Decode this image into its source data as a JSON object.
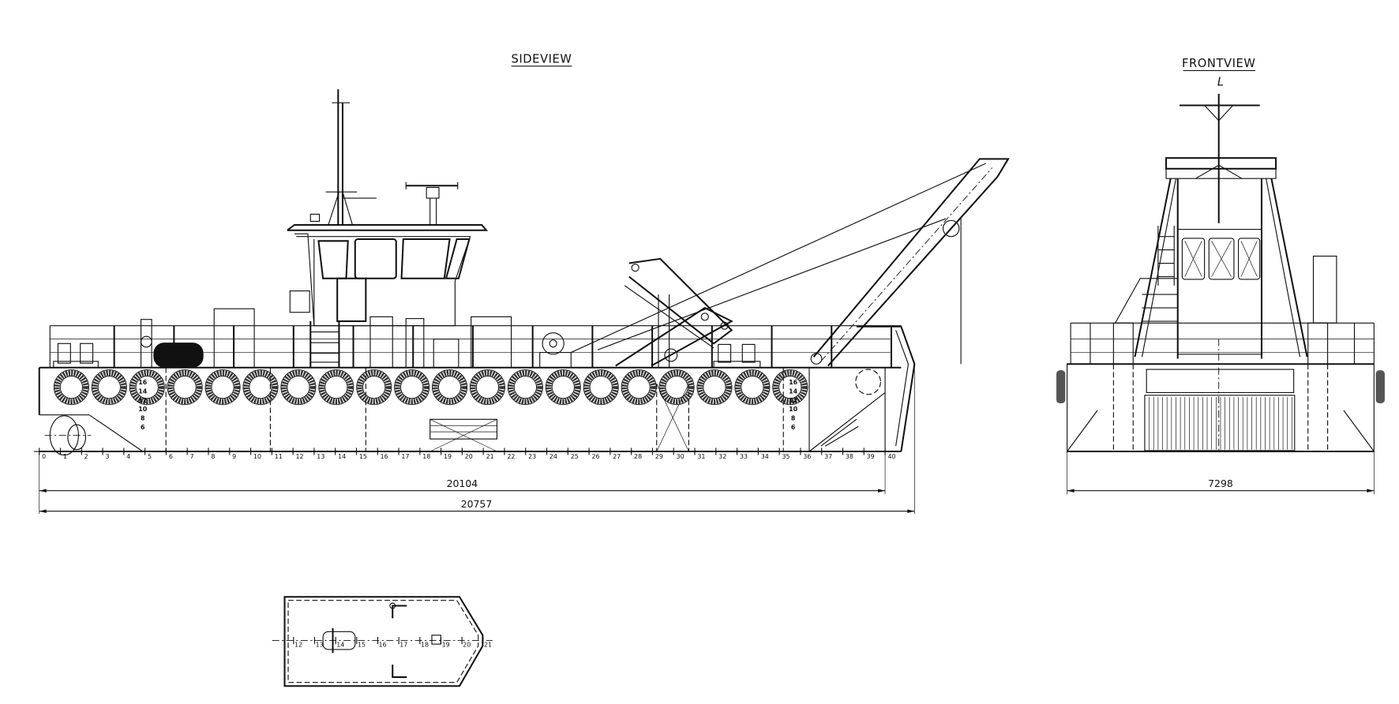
{
  "side_view": {
    "title": "SIDEVIEW",
    "frame_numbers": [
      "0",
      "1",
      "2",
      "3",
      "4",
      "5",
      "6",
      "7",
      "8",
      "9",
      "10",
      "11",
      "12",
      "13",
      "14",
      "15",
      "16",
      "17",
      "18",
      "19",
      "20",
      "21",
      "22",
      "23",
      "24",
      "25",
      "26",
      "27",
      "28",
      "29",
      "30",
      "31",
      "32",
      "33",
      "34",
      "35",
      "36",
      "37",
      "38",
      "39",
      "40"
    ],
    "draft_marks": [
      "16",
      "14",
      "12",
      "10",
      "8",
      "6"
    ],
    "dim_length_hull": "20104",
    "dim_length_overall": "20757",
    "fender_count": 20
  },
  "front_view": {
    "title": "FRONTVIEW",
    "centerline_symbol": "L",
    "dim_breadth": "7298"
  },
  "plan_view": {
    "frame_numbers": [
      "12",
      "13",
      "14",
      "15",
      "16",
      "17",
      "18",
      "19",
      "20",
      "21"
    ]
  }
}
